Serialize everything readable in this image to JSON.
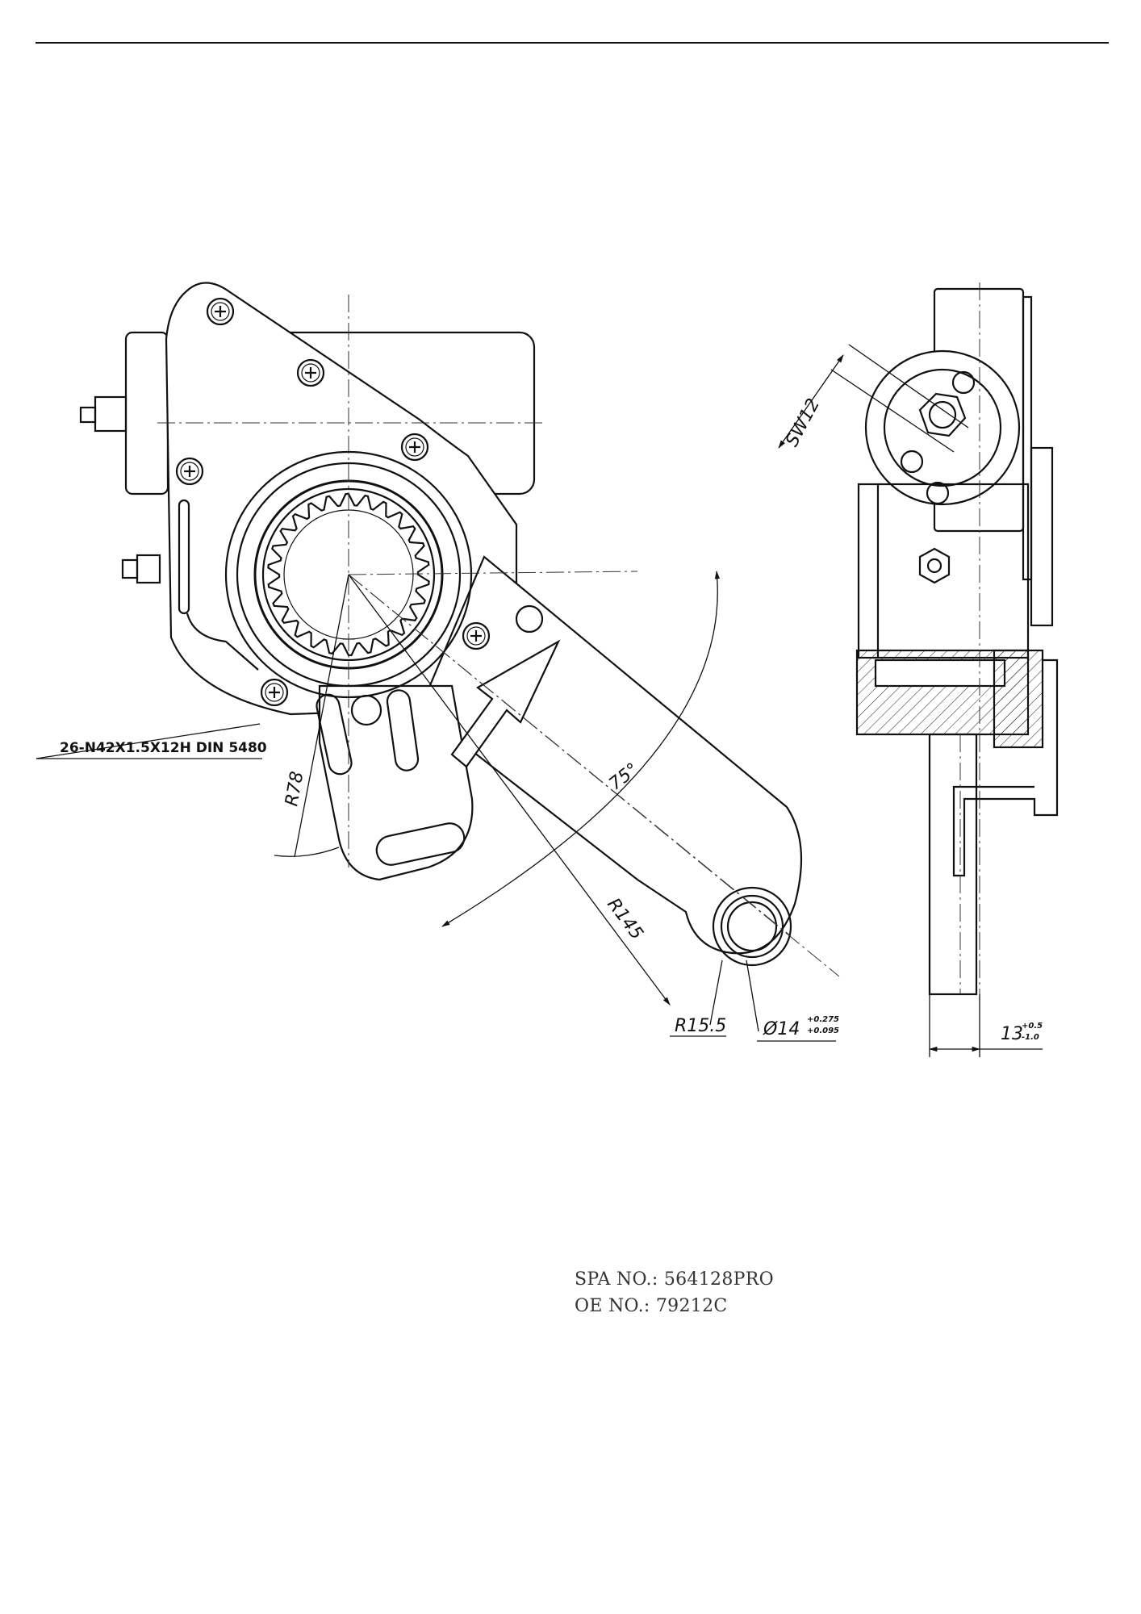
{
  "drawing": {
    "spline_spec": "26-N42X1.5X12H  DIN  5480",
    "dimensions": {
      "angle": "75°",
      "radius_small": "R78",
      "radius_large": "R145",
      "radius_eye": "R15.5",
      "wrench": "SW12",
      "bore": "Ø14",
      "bore_tol_upper": "+0.275",
      "bore_tol_lower": "+0.095",
      "thickness": "13",
      "thickness_tol_upper": "+0.5",
      "thickness_tol_lower": "-1.0"
    }
  },
  "info": {
    "spa": "SPA NO.: 564128PRO",
    "oe": "OE NO.: 79212C"
  }
}
